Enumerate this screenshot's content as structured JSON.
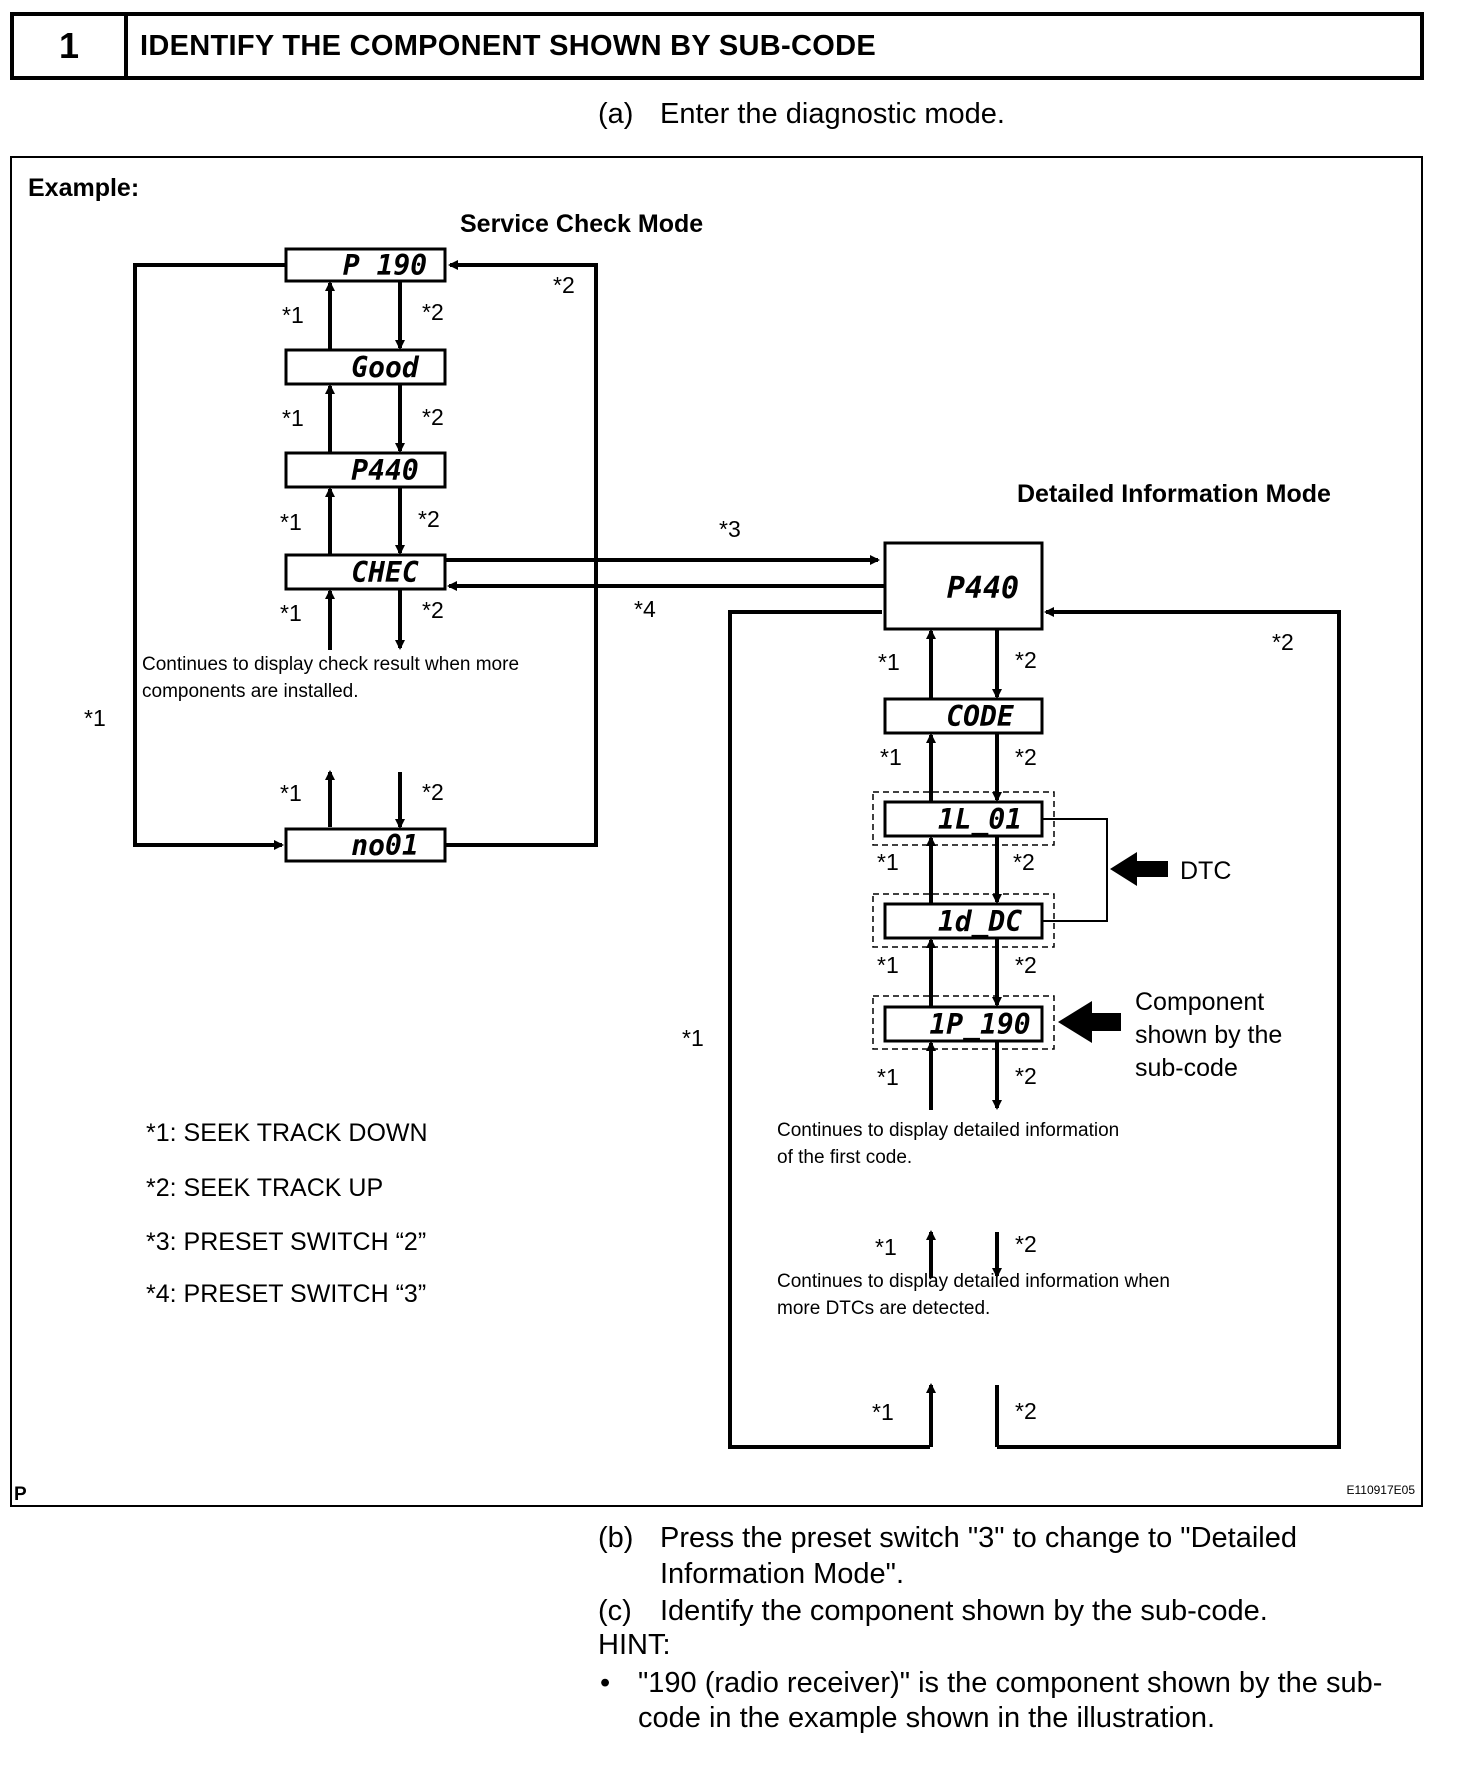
{
  "step": {
    "number": "1",
    "title": "IDENTIFY THE COMPONENT SHOWN BY SUB-CODE"
  },
  "steps_before": [
    {
      "marker": "(a)",
      "text": "Enter the diagnostic mode."
    }
  ],
  "figure": {
    "example_label": "Example:",
    "service_mode_title": "Service Check Mode",
    "detailed_mode_title": "Detailed Information Mode",
    "service_displays": [
      "P 190",
      "Good",
      "P440",
      "CHEC",
      "no01"
    ],
    "detailed_displays": [
      "P440",
      "CODE",
      "1L_01",
      "1d_DC",
      "1P_190"
    ],
    "marks": {
      "m1": "*1",
      "m2": "*2",
      "m3": "*3",
      "m4": "*4"
    },
    "service_continue_note": [
      "Continues to display check result when more",
      "components are installed."
    ],
    "detail_note_first": [
      "Continues to display detailed information",
      "of the first code."
    ],
    "detail_note_more": [
      "Continues to display detailed information when",
      "more DTCs are detected."
    ],
    "dtc_label": "DTC",
    "component_label": [
      "Component",
      "shown by the",
      "sub-code"
    ],
    "legend": [
      "*1: SEEK TRACK DOWN",
      "*2: SEEK TRACK UP",
      "*3: PRESET SWITCH “2”",
      "*4: PRESET SWITCH “3”"
    ],
    "corner_left": "P",
    "figure_id": "E110917E05"
  },
  "steps_after": [
    {
      "marker": "(b)",
      "lines": [
        "Press the preset switch \"3\" to change to \"Detailed",
        "Information Mode\"."
      ]
    },
    {
      "marker": "(c)",
      "lines": [
        "Identify the component shown by the sub-code."
      ]
    }
  ],
  "hint": {
    "label": "HINT:",
    "bullet": "•",
    "lines": [
      "\"190 (radio receiver)\" is the component shown by the sub-",
      "code in the example shown in the illustration."
    ]
  }
}
